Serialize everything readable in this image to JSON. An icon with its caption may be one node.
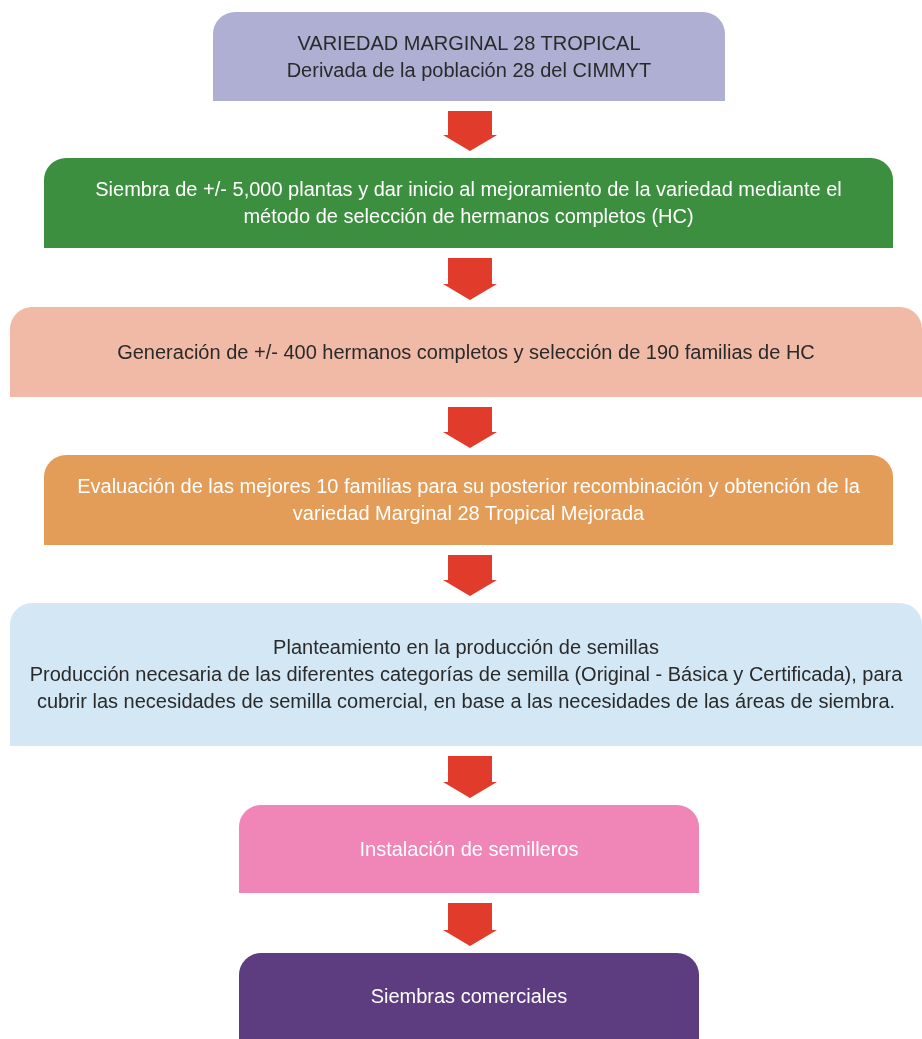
{
  "diagram": {
    "nodes": [
      {
        "text": [
          "VARIEDAD MARGINAL 28 TROPICAL",
          "Derivada de la población 28 del CIMMYT"
        ]
      },
      {
        "text": [
          "Siembra de +/- 5,000 plantas y dar inicio al mejoramiento de la variedad mediante el método de selección de hermanos completos (HC)"
        ]
      },
      {
        "text": [
          "Generación de +/- 400 hermanos completos y selección de 190 familias de HC"
        ]
      },
      {
        "text": [
          "Evaluación de las mejores 10 familias para su posterior recombinación y obtención de la variedad Marginal 28 Tropical Mejorada"
        ]
      },
      {
        "text": [
          "Planteamiento en la producción de semillas",
          "Producción necesaria de las diferentes categorías de semilla (Original - Básica y Certificada), para cubrir las necesidades de semilla comercial, en base a las necesidades de las áreas de siembra."
        ]
      },
      {
        "text": [
          "Instalación de semilleros"
        ]
      },
      {
        "text": [
          "Siembras comerciales"
        ]
      }
    ],
    "edges": [
      {
        "from": 0,
        "to": 1,
        "arrow": "to"
      },
      {
        "from": 1,
        "to": 2,
        "arrow": "to"
      },
      {
        "from": 2,
        "to": 3,
        "arrow": "to"
      },
      {
        "from": 3,
        "to": 4,
        "arrow": "to"
      },
      {
        "from": 4,
        "to": 5,
        "arrow": "to"
      },
      {
        "from": 5,
        "to": 6,
        "arrow": "to"
      }
    ]
  }
}
